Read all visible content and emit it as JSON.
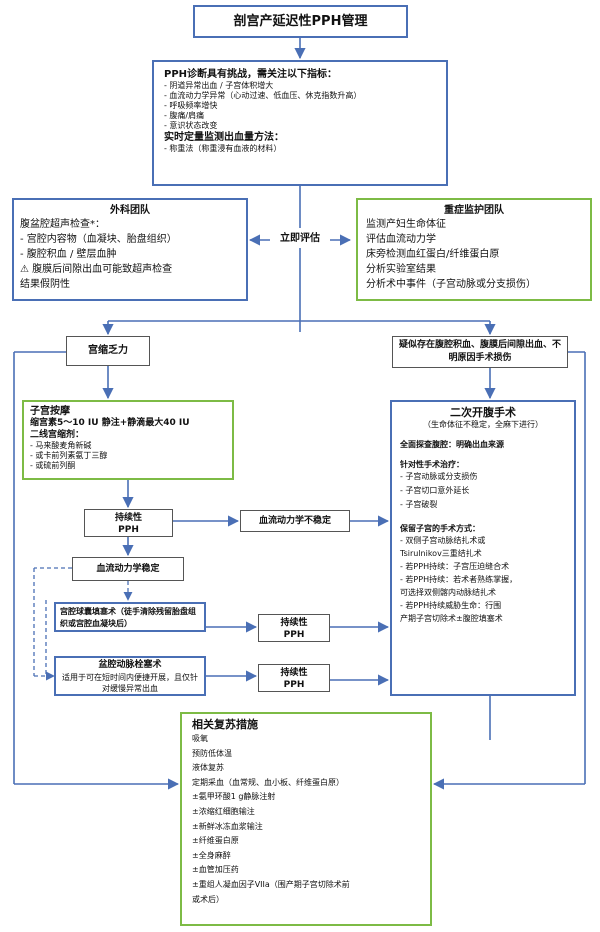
{
  "title": "剖宫产延迟性PPH管理",
  "diagnosis": {
    "heading": "PPH诊断具有挑战，需关注以下指标：",
    "items": [
      "- 阴道异常出血 / 子宫体积增大",
      "- 血流动力学异常（心动过速、低血压、休克指数升高）",
      "- 呼吸频率增快",
      "- 腹痛/肩痛",
      "- 意识状态改变"
    ],
    "measure_heading": "实时定量监测出血量方法：",
    "measure_items": [
      "- 称重法（称重浸有血液的材料）"
    ]
  },
  "immediate_eval": "立即评估",
  "surgical_team": {
    "title": "外科团队",
    "lines": [
      "腹盆腔超声检查*：",
      "- 宫腔内容物（血凝块、胎盘组织）",
      "- 腹腔积血 / 壁层血肿",
      "⚠ 腹膜后间隙出血可能致超声检查",
      "结果假阴性"
    ]
  },
  "icu_team": {
    "title": "重症监护团队",
    "lines": [
      "监测产妇生命体征",
      "评估血流动力学",
      "床旁检测血红蛋白/纤维蛋白原",
      "分析实验室结果",
      "分析术中事件（子宫动脉或分支损伤）"
    ]
  },
  "atony": "宫缩乏力",
  "suspect": "疑似存在腹腔积血、腹膜后间隙出血、不明原因手术损伤",
  "uterine_massage": {
    "title": "子宫按摩",
    "oxytocin": "缩宫素5～10 IU 静注+静滴最大40 IU",
    "second_line": "二线宫缩剂：",
    "items": [
      "- 马来酸麦角新碱",
      "- 或卡前列素氨丁三醇",
      "- 或硫前列酮"
    ]
  },
  "persistent_pph": "持续性PPH",
  "hemo_unstable": "血流动力学不稳定",
  "hemo_stable": "血流动力学稳定",
  "balloon": "宫腔球囊填塞术（徒手清除残留胎盘组织或宫腔血凝块后）",
  "embolization": {
    "title": "盆腔动脉栓塞术",
    "desc": "适用于可在短时间内便捷开展，且仅针对缓慢异常出血"
  },
  "second_laparotomy": {
    "title": "二次开腹手术",
    "subtitle": "（生命体征不稳定，全麻下进行）",
    "explore": "全面探查腹腔：明确出血来源",
    "targeted_heading": "针对性手术治疗：",
    "targeted_items": [
      "- 子宫动脉或分支损伤",
      "- 子宫切口意外延长",
      "- 子宫破裂"
    ],
    "preserve_heading": "保留子宫的手术方式：",
    "preserve_lines": [
      "- 双侧子宫动脉结扎术或",
      "Tsirulnikov三重结扎术",
      "- 若PPH持续：子宫压迫缝合术",
      "- 若PPH持续：若术者熟练掌握，",
      "可选择双侧髂内动脉结扎术",
      "- 若PPH持续威胁生命：行围",
      "产期子宫切除术±腹腔填塞术"
    ]
  },
  "resuscitation": {
    "title": "相关复苏措施",
    "lines": [
      "吸氧",
      "预防低体温",
      "液体复苏",
      "定期采血（血常规、血小板、纤维蛋白原）",
      "±氨甲环酸1 g静脉注射",
      "±浓缩红细胞输注",
      "±新鲜冰冻血浆输注",
      "±纤维蛋白原",
      "±全身麻醉",
      "±血管加压药",
      "±重组人凝血因子VIIa（围产期子宫切除术前",
      "或术后）"
    ]
  },
  "colors": {
    "blue": "#4a6fb5",
    "green": "#7dbb45",
    "line": "#4a6fb5"
  }
}
